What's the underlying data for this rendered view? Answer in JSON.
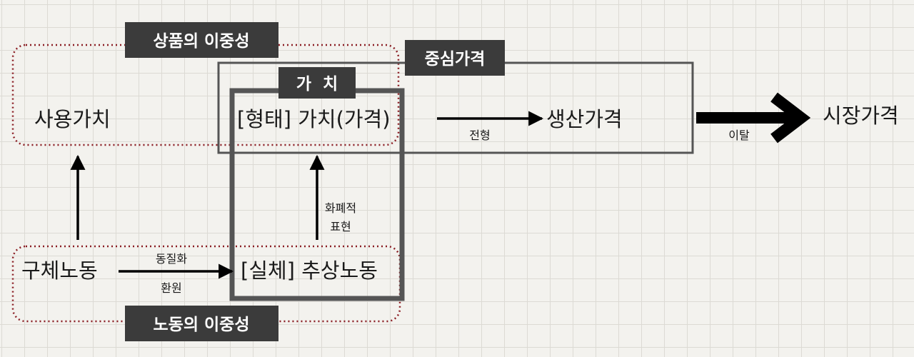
{
  "diagram": {
    "groups": {
      "commodity_duality": "상품의 이중성",
      "labor_duality": "노동의 이중성",
      "central_price": "중심가격",
      "value": "가  치"
    },
    "nodes": {
      "use_value": "사용가치",
      "form_value": "[형태] 가치(가격)",
      "production_price": "생산가격",
      "market_price": "시장가격",
      "concrete_labor": "구체노동",
      "abstract_labor": "[실체] 추상노동"
    },
    "edges": {
      "transformation": "전형",
      "deviation": "이탈",
      "monetary_line1": "화폐적",
      "monetary_line2": "표현",
      "homogenization": "동질화",
      "reduction": "환원"
    },
    "colors": {
      "dotted_border": "#8b1e24",
      "frame_border": "#555555",
      "tag_background": "#3b3b3b",
      "arrow": "#000000"
    }
  }
}
